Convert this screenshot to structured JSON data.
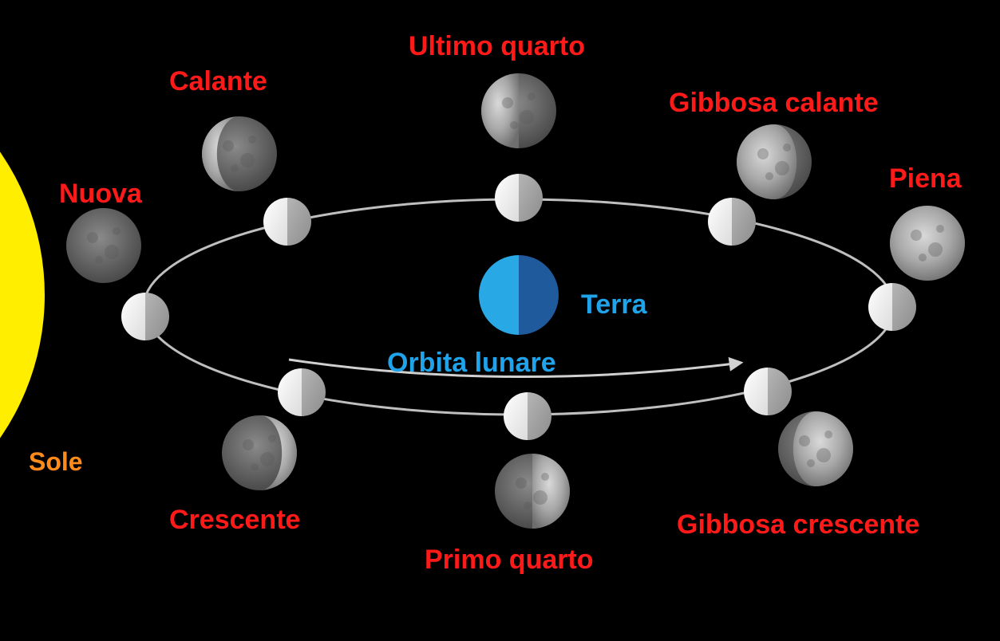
{
  "colors": {
    "background": "#000000",
    "sun": "#ffee00",
    "phase_label": "#ff1a1a",
    "earth_light": "#29a8e6",
    "earth_dark": "#1f5a9c",
    "earth_label": "#1fa3ea",
    "sun_label": "#ff8c1a",
    "orbit": "#bfbfbf"
  },
  "labels": {
    "sun": "Sole",
    "earth": "Terra",
    "orbit": "Orbita lunare"
  },
  "phases": [
    {
      "id": "nuova",
      "name": "Nuova",
      "illuminated": 0.0
    },
    {
      "id": "calante",
      "name": "Calante",
      "illuminated": 0.2
    },
    {
      "id": "ultimo-quarto",
      "name": "Ultimo quarto",
      "illuminated": 0.5
    },
    {
      "id": "gibbosa-calante",
      "name": "Gibbosa calante",
      "illuminated": 0.8
    },
    {
      "id": "piena",
      "name": "Piena",
      "illuminated": 1.0
    },
    {
      "id": "gibbosa-crescente",
      "name": "Gibbosa crescente",
      "illuminated": 0.8
    },
    {
      "id": "primo-quarto",
      "name": "Primo quarto",
      "illuminated": 0.5
    },
    {
      "id": "crescente",
      "name": "Crescente",
      "illuminated": 0.2
    }
  ]
}
